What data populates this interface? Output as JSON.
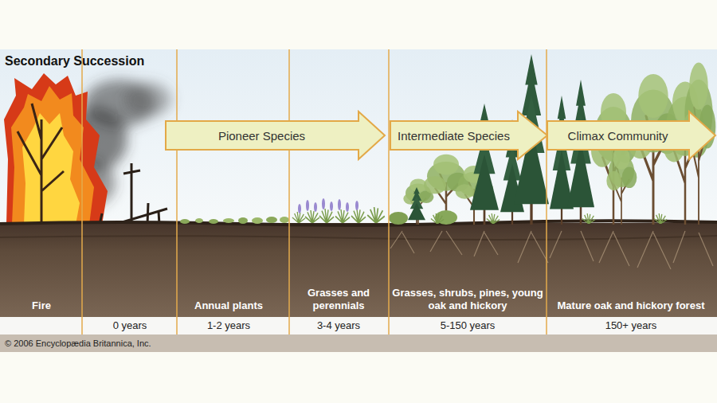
{
  "diagram": {
    "title": "Secondary Succession",
    "nodes": [
      {
        "text": [
          "Pioneer Species"
        ]
      },
      {
        "text": [
          "Intermediate Species"
        ]
      },
      {
        "text": [
          "Climax Community"
        ]
      }
    ],
    "labels": [
      "Fire",
      "Annual plants",
      "Grasses and perennials",
      "Grasses, shrubs, pines, young oak and hickory",
      "Mature oak and hickory forest",
      "0 years",
      "1-2 years",
      "3-4 years",
      "5-150 years",
      "150+ years",
      "© 2006 Encyclopædia Britannica, Inc."
    ]
  }
}
